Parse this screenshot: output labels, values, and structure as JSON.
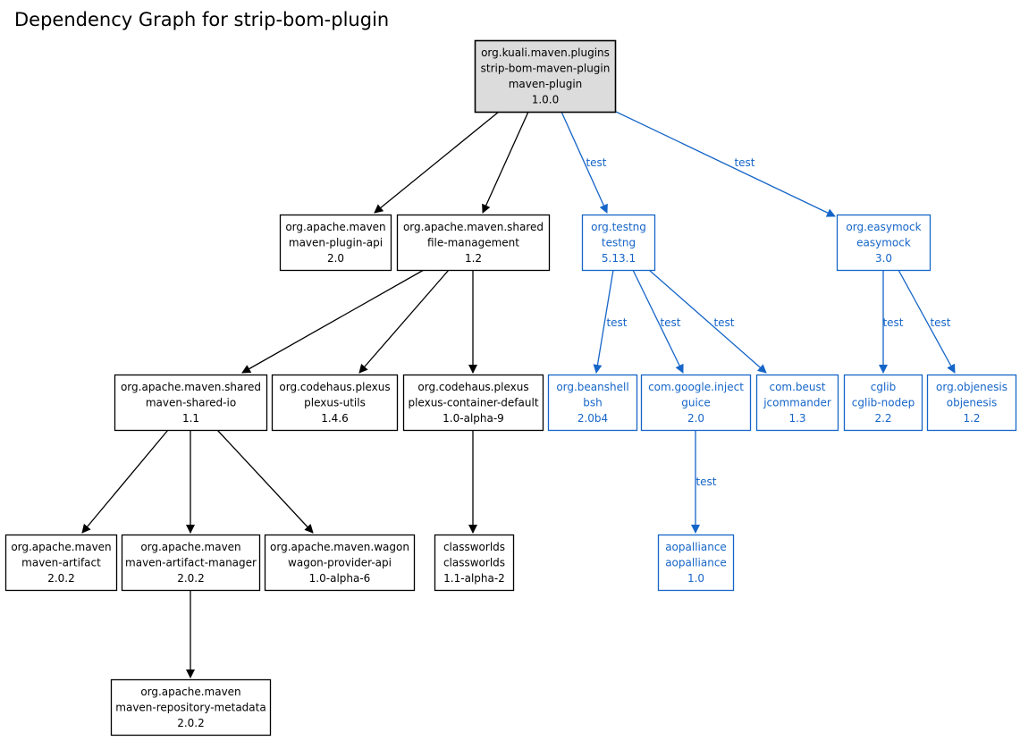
{
  "title": "Dependency Graph for strip-bom-plugin",
  "colors": {
    "compile": "#000000",
    "test": "#1565c8",
    "root_fill": "#dcdcdc",
    "node_fill": "#ffffff"
  },
  "nodes": {
    "root": {
      "lines": [
        "org.kuali.maven.plugins",
        "strip-bom-maven-plugin",
        "maven-plugin",
        "1.0.0"
      ],
      "scope": "compile",
      "root": true
    },
    "plugin_api": {
      "lines": [
        "org.apache.maven",
        "maven-plugin-api",
        "2.0"
      ],
      "scope": "compile"
    },
    "file_mgmt": {
      "lines": [
        "org.apache.maven.shared",
        "file-management",
        "1.2"
      ],
      "scope": "compile"
    },
    "testng": {
      "lines": [
        "org.testng",
        "testng",
        "5.13.1"
      ],
      "scope": "test"
    },
    "easymock": {
      "lines": [
        "org.easymock",
        "easymock",
        "3.0"
      ],
      "scope": "test"
    },
    "shared_io": {
      "lines": [
        "org.apache.maven.shared",
        "maven-shared-io",
        "1.1"
      ],
      "scope": "compile"
    },
    "plexus_utils": {
      "lines": [
        "org.codehaus.plexus",
        "plexus-utils",
        "1.4.6"
      ],
      "scope": "compile"
    },
    "plexus_container": {
      "lines": [
        "org.codehaus.plexus",
        "plexus-container-default",
        "1.0-alpha-9"
      ],
      "scope": "compile"
    },
    "bsh": {
      "lines": [
        "org.beanshell",
        "bsh",
        "2.0b4"
      ],
      "scope": "test"
    },
    "guice": {
      "lines": [
        "com.google.inject",
        "guice",
        "2.0"
      ],
      "scope": "test"
    },
    "jcommander": {
      "lines": [
        "com.beust",
        "jcommander",
        "1.3"
      ],
      "scope": "test"
    },
    "cglib": {
      "lines": [
        "cglib",
        "cglib-nodep",
        "2.2"
      ],
      "scope": "test"
    },
    "objenesis": {
      "lines": [
        "org.objenesis",
        "objenesis",
        "1.2"
      ],
      "scope": "test"
    },
    "artifact": {
      "lines": [
        "org.apache.maven",
        "maven-artifact",
        "2.0.2"
      ],
      "scope": "compile"
    },
    "artifact_mgr": {
      "lines": [
        "org.apache.maven",
        "maven-artifact-manager",
        "2.0.2"
      ],
      "scope": "compile"
    },
    "wagon": {
      "lines": [
        "org.apache.maven.wagon",
        "wagon-provider-api",
        "1.0-alpha-6"
      ],
      "scope": "compile"
    },
    "classworlds": {
      "lines": [
        "classworlds",
        "classworlds",
        "1.1-alpha-2"
      ],
      "scope": "compile"
    },
    "aopalliance": {
      "lines": [
        "aopalliance",
        "aopalliance",
        "1.0"
      ],
      "scope": "test"
    },
    "repo_meta": {
      "lines": [
        "org.apache.maven",
        "maven-repository-metadata",
        "2.0.2"
      ],
      "scope": "compile"
    }
  },
  "edges": [
    {
      "from": "root",
      "to": "plugin_api",
      "label": ""
    },
    {
      "from": "root",
      "to": "file_mgmt",
      "label": ""
    },
    {
      "from": "root",
      "to": "testng",
      "label": "test"
    },
    {
      "from": "root",
      "to": "easymock",
      "label": "test"
    },
    {
      "from": "file_mgmt",
      "to": "shared_io",
      "label": ""
    },
    {
      "from": "file_mgmt",
      "to": "plexus_utils",
      "label": ""
    },
    {
      "from": "file_mgmt",
      "to": "plexus_container",
      "label": ""
    },
    {
      "from": "testng",
      "to": "bsh",
      "label": "test"
    },
    {
      "from": "testng",
      "to": "guice",
      "label": "test"
    },
    {
      "from": "testng",
      "to": "jcommander",
      "label": "test"
    },
    {
      "from": "easymock",
      "to": "cglib",
      "label": "test"
    },
    {
      "from": "easymock",
      "to": "objenesis",
      "label": "test"
    },
    {
      "from": "shared_io",
      "to": "artifact",
      "label": ""
    },
    {
      "from": "shared_io",
      "to": "artifact_mgr",
      "label": ""
    },
    {
      "from": "shared_io",
      "to": "wagon",
      "label": ""
    },
    {
      "from": "plexus_container",
      "to": "classworlds",
      "label": ""
    },
    {
      "from": "guice",
      "to": "aopalliance",
      "label": "test"
    },
    {
      "from": "artifact_mgr",
      "to": "repo_meta",
      "label": ""
    }
  ]
}
